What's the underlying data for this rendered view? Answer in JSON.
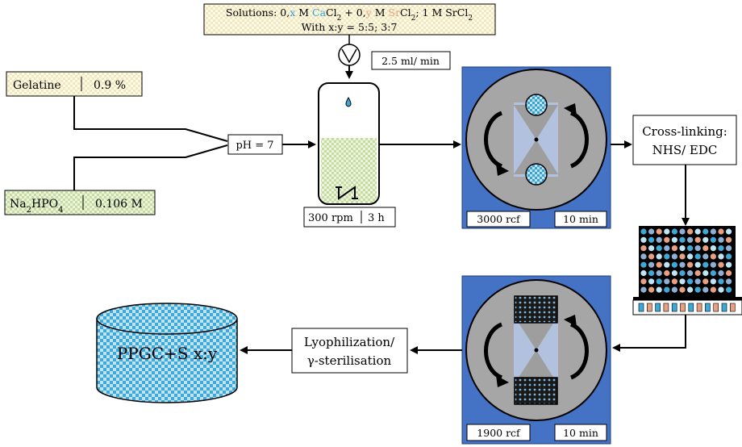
{
  "solutions": {
    "line1_prefix": "Solutions: 0,",
    "x_var": "x",
    "line1_mid1": " M ",
    "ca": "Ca",
    "cl2_a": "Cl",
    "sub2_a": "2",
    "line1_mid2": " + 0,",
    "y_var": "y",
    "line1_mid3": " M ",
    "sr": "Sr",
    "cl2_b": "Cl",
    "sub2_b": "2",
    "line1_mid4": "; 1 M SrCl",
    "sub2_c": "2",
    "line2": "With x:y = 5:5; 3:7"
  },
  "pump_rate": "2.5 ml/ min",
  "gelatine": {
    "name": "Gelatine",
    "conc": "0.9 %"
  },
  "phosphate": {
    "name_pre": "Na",
    "sub1": "2",
    "name_mid": "HPO",
    "sub2": "4",
    "conc": "0.106 M"
  },
  "ph_label": "pH = 7",
  "reactor": {
    "speed": "300 rpm",
    "time": "3 h"
  },
  "centrifuge1": {
    "force": "3000 rcf",
    "time": "10 min"
  },
  "crosslink": {
    "line1": "Cross-linking:",
    "line2": "NHS/ EDC"
  },
  "centrifuge2": {
    "force": "1900 rcf",
    "time": "10 min"
  },
  "lyophilization": {
    "line1": "Lyophilization/",
    "line2": "γ-sterilisation"
  },
  "product": "PPGC+S x:y",
  "colors": {
    "x_color": "#3a9bd5",
    "y_color": "#e8a080",
    "ca_color": "#2aa8d8",
    "sr_color": "#e8a080",
    "line2_color": "#a8a8a8",
    "centrifuge_bg": "#4472c4",
    "rotor": "#a6a6a6",
    "cream": "#fdf6dc",
    "green_fill": "#d9e8b8"
  }
}
